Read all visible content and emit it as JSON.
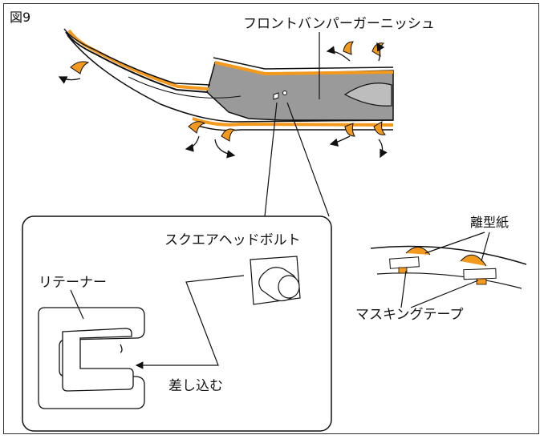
{
  "figure": {
    "number": "図9",
    "labels": {
      "garnish": "フロントバンパーガーニッシュ",
      "square_head_bolt": "スクエアヘッドボルト",
      "retainer": "リテーナー",
      "insert": "差し込む",
      "release_paper": "離型紙",
      "masking_tape": "マスキングテープ"
    }
  },
  "colors": {
    "accent": "#f39a1e",
    "part_fill": "#9a9a9a",
    "line": "#111111"
  }
}
